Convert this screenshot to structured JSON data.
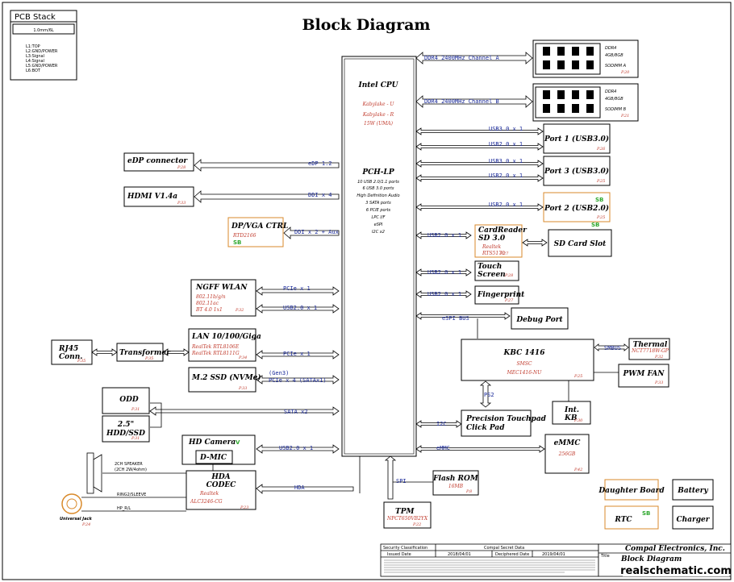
{
  "title": "Block Diagram",
  "pcb": {
    "title": "PCB Stack",
    "thickness": "1.0mm/6L",
    "layers": [
      "L1:TOP",
      "L2:GND/POWER",
      "L3:Signal",
      "L4:Signal",
      "L5:GND/POWER",
      "L6:BOT"
    ]
  },
  "cpu": {
    "label": "Intel CPU",
    "sub1": "Kabylake - U",
    "sub2": "Kabylake - R",
    "power": "15W (UMA)",
    "pch": "PCH-LP",
    "features": [
      "10 USB 2.0/1.1 ports",
      "6 USB 3.0 ports",
      "High Definition Audio",
      "3 SATA ports",
      "6 PCIE ports",
      "LPC I/F",
      "eSPI",
      "I2C x2"
    ]
  },
  "memory": [
    {
      "bus": "DDR4 2400MHz Channel A",
      "l1": "DDR4",
      "l2": "4GB/8GB",
      "l3": "SODIMM A",
      "page": "P.20"
    },
    {
      "bus": "DDR4 2400MHz Channel B",
      "l1": "DDR4",
      "l2": "4GB/8GB",
      "l3": "SODIMM B",
      "page": "P.21"
    }
  ],
  "ports": [
    {
      "label": "Port 1 (USB3.0)",
      "sig1": "USB3.0 x 1",
      "sig2": "USB2.0 x 1",
      "page": "P.26"
    },
    {
      "label": "Port 3 (USB3.0)",
      "sig1": "USB3.0 x 1",
      "sig2": "USB2.0 x 1",
      "page": "P.25"
    },
    {
      "label": "Port 2 (USB2.0)",
      "sig1": "USB2.0 x 1",
      "sb": "SB",
      "page": "P.25"
    }
  ],
  "cardreader": {
    "label1": "CardReader",
    "label2": "SD 3.0",
    "chip1": "Realtek",
    "chip2": "RTS5170",
    "sig": "USB2.0 x 1",
    "slot": "SD Card Slot",
    "sb": "SB",
    "page": "P.27"
  },
  "touch": {
    "label1": "Touch",
    "label2": "Screen",
    "sig": "USB2.0 x 1",
    "page": "P.28"
  },
  "fingerprint": {
    "label": "Fingerprint",
    "sig": "USB2.0 x 1",
    "page": "P.27"
  },
  "debug": {
    "label": "Debug Port",
    "sig": "eSPI BUS"
  },
  "kbc": {
    "label": "KBC 1416",
    "sub": "SMSC",
    "chip": "MEC1416-NU",
    "page": "P.25",
    "smbus": "SMBUS",
    "ps2": "PS2"
  },
  "thermal": {
    "label": "Thermal",
    "chip": "NCT7718W-GP",
    "page": "P.32"
  },
  "pwmfan": {
    "label": "PWM FAN",
    "page": "P.33"
  },
  "intkb": {
    "label1": "Int.",
    "label2": "KB",
    "page": "P.30"
  },
  "touchpad": {
    "label1": "Precision Touchpad",
    "label2": "Click Pad",
    "sig": "I2C"
  },
  "emmc": {
    "label": "eMMC",
    "size": "256GB",
    "sig": "eMMC",
    "page": "P.42"
  },
  "flash": {
    "label": "Flash ROM",
    "size": "16MB",
    "sig": "SPI",
    "page": "P.8"
  },
  "tpm": {
    "label": "TPM",
    "chip": "NPCT650VB2YX",
    "page": "P.22"
  },
  "edp": {
    "label": "eDP connector",
    "sig": "eDP 1.2",
    "page": "P.28"
  },
  "hdmi": {
    "label": "HDMI V1.4a",
    "sig": "DDI x 4",
    "page": "P.33"
  },
  "dpvga": {
    "label": "DP/VGA CTRL",
    "chip": "RTD2166",
    "sb": "SB",
    "sig": "DDI x 2 + Aux"
  },
  "wlan": {
    "label": "NGFF WLAN",
    "l1": "802.11b/g/n",
    "l2": "802.11ac",
    "l3": "BT 4.0 1x1",
    "sig1": "PCIe x 1",
    "sig2": "USB2.0 x 1",
    "page": "P.32"
  },
  "lan": {
    "label": "LAN 10/100/Giga",
    "l1": "RealTek RTL8106E",
    "l2": "RealTek RTL8111G",
    "sig": "PCIe x 1",
    "page": "P.34"
  },
  "rj45": {
    "l1": "RJ45",
    "l2": "Conn.",
    "page": "P.35"
  },
  "transformer": {
    "label": "Transformer",
    "page": "P.35"
  },
  "ssd": {
    "label": "M.2 SSD (NVMe)",
    "sig1": "(Gen3)",
    "sig2": "PCIe x 4 (SATAx1)",
    "page": "P.33"
  },
  "odd": {
    "label": "ODD",
    "page": "P.31"
  },
  "hdd": {
    "label1": "2.5\"",
    "label2": "HDD/SSD",
    "page": "P.31",
    "sig": "SATA x2"
  },
  "camera": {
    "label": "HD Camera",
    "v": "V",
    "dmic": "D-MIC",
    "sig": "USB2.0 x 1"
  },
  "audio": {
    "label1": "HDA",
    "label2": "CODEC",
    "chip1": "Realtek",
    "chip2": "ALC3246-CG",
    "page": "P.23",
    "sig": "HDA"
  },
  "speaker": {
    "label1": "2CH SPEAKER",
    "label2": "(2CH 2W/4ohm)"
  },
  "jack": {
    "label": "Universal Jack",
    "page": "P.24",
    "ring": "RING2/SLEEVE",
    "hp": "HP_R/L"
  },
  "misc": {
    "daughter": "Daughter Board",
    "battery": "Battery",
    "rtc": "RTC",
    "rtcsb": "SB",
    "charger": "Charger"
  },
  "titleblock": {
    "sec": "Security Classification",
    "secret": "Compal Secret Data",
    "issued": "Issued Date",
    "issued_val": "2018/04/01",
    "deciphered": "Deciphered Date",
    "deciphered_val": "2019/04/01",
    "company": "Compal Electronics, Inc.",
    "title_lbl": "Title",
    "title_val": "Block Diagram",
    "watermark": "realschematic.com"
  }
}
